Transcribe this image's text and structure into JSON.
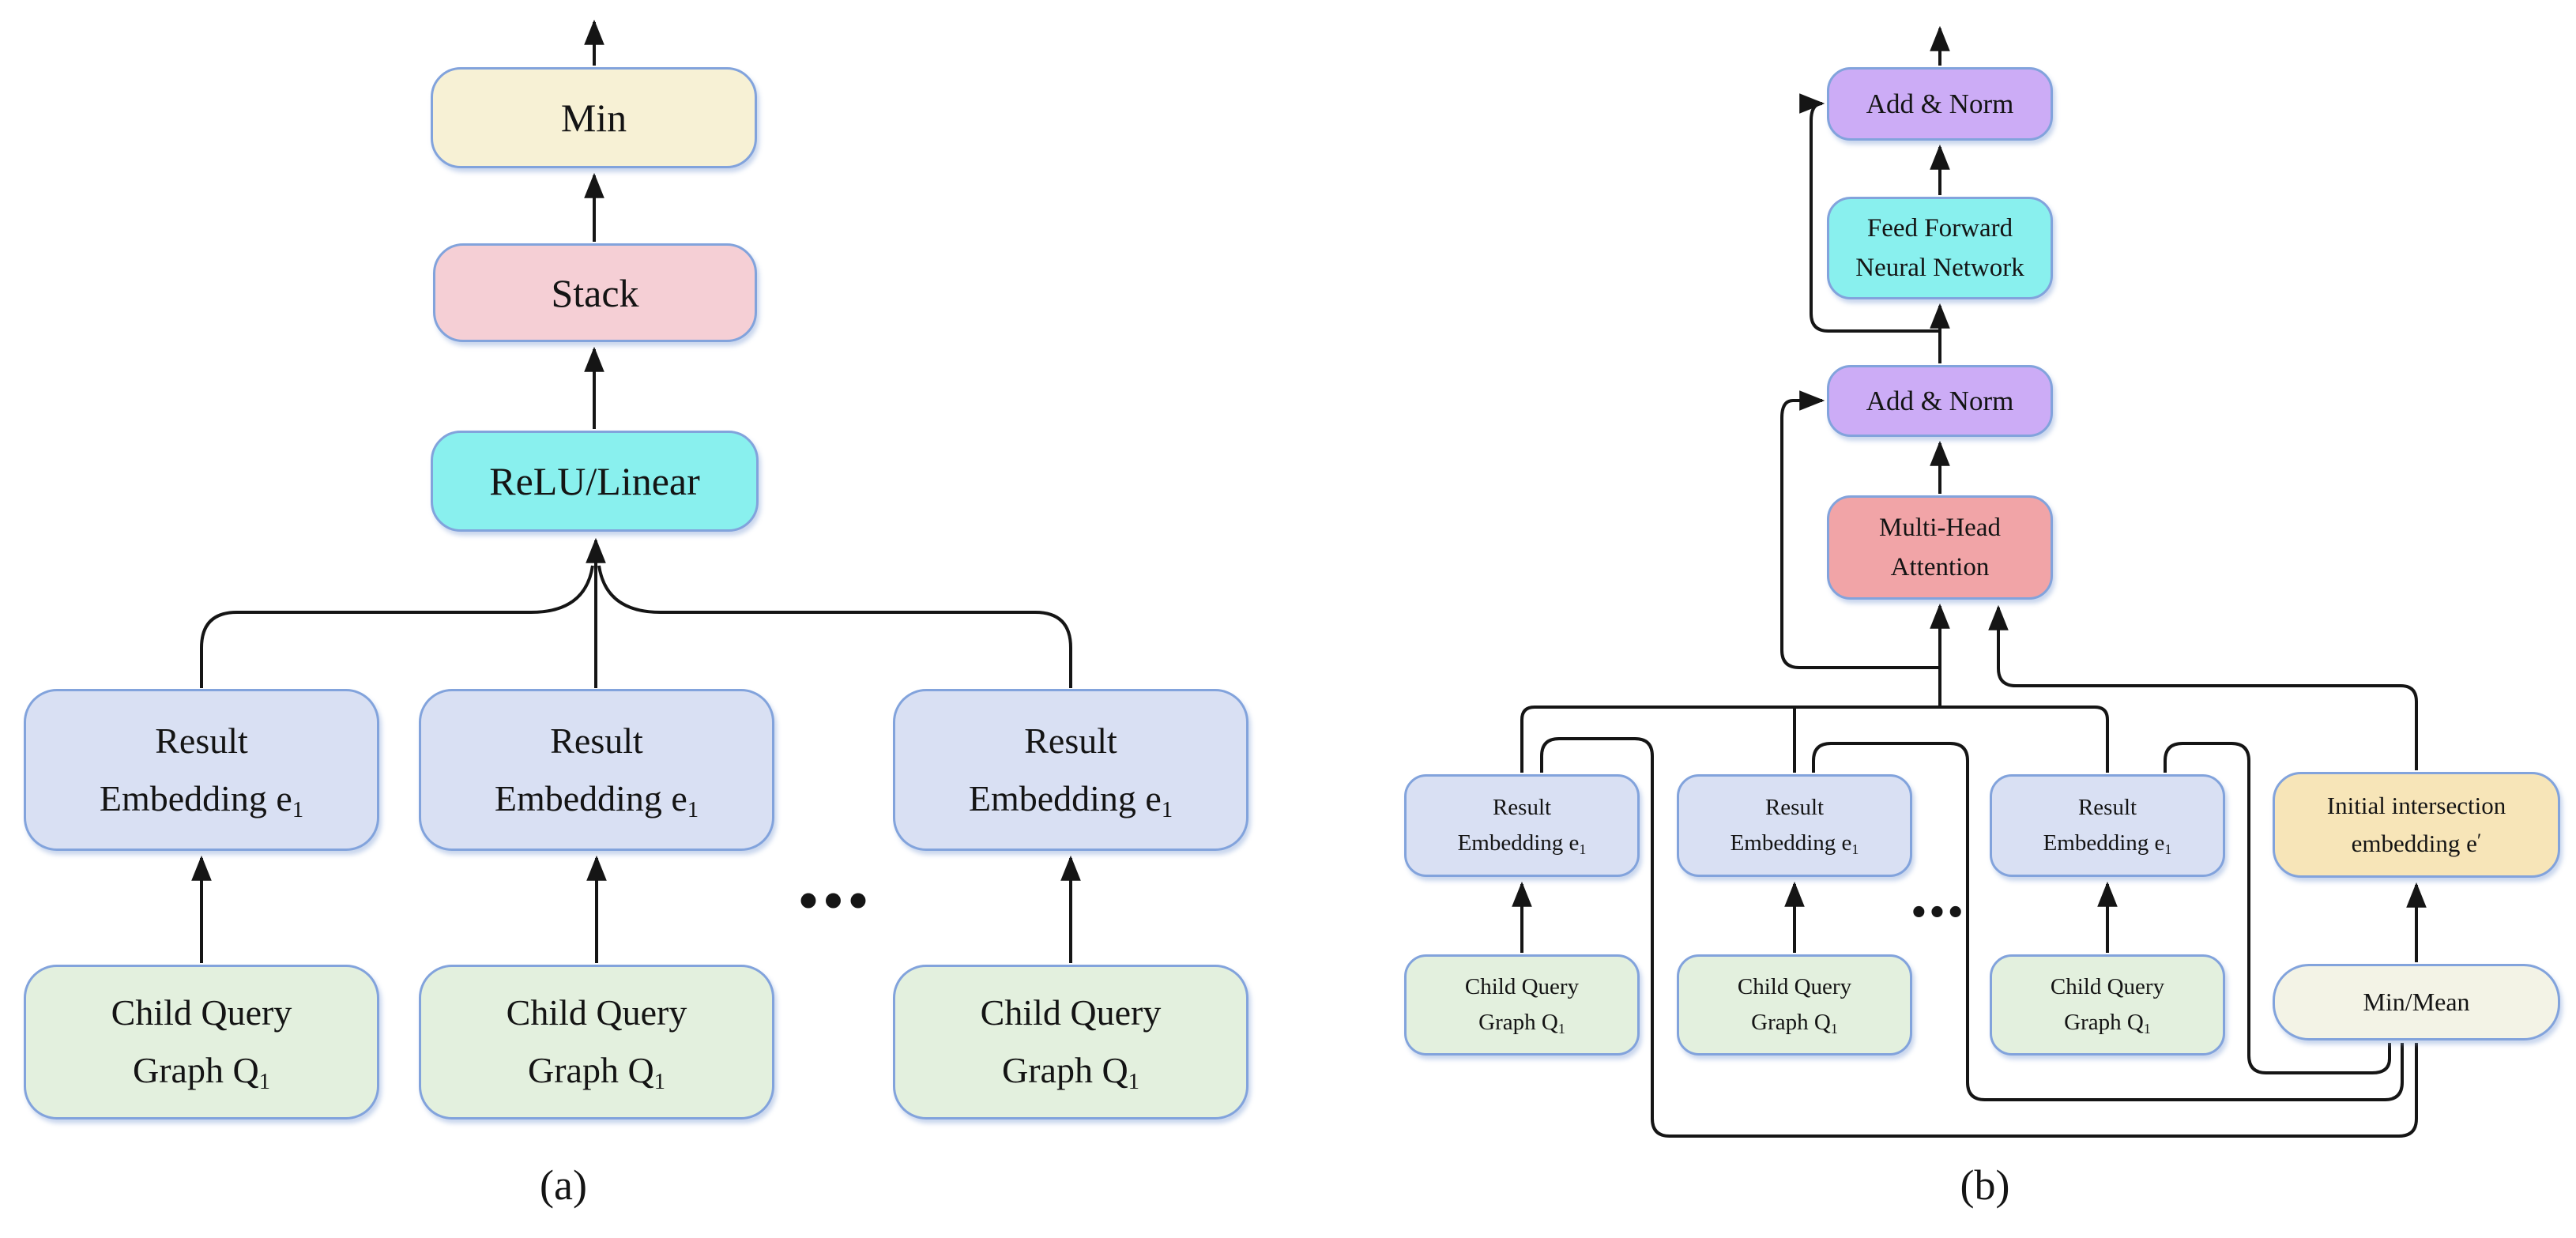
{
  "colors": {
    "border": "#82a3dc",
    "wire": "#151515",
    "text": "#141414",
    "min_fill": "#f7f1d5",
    "stack_fill": "#f5cfd5",
    "cyan_fill": "#89f0ee",
    "result_fill": "#d9e0f3",
    "child_fill": "#e3f0de",
    "addnorm_fill": "#ccacf6",
    "mha_fill": "#f1a4a7",
    "init_fill": "#f7e5b8",
    "minmean_fill": "#f3f3e6"
  },
  "shared": {
    "result": {
      "line1": "Result",
      "line2": "Embedding e",
      "sub": "1"
    },
    "child": {
      "line1": "Child Query",
      "line2": "Graph Q",
      "sub": "1"
    },
    "ellipsis": "•••"
  },
  "a": {
    "caption": "(a)",
    "min": "Min",
    "stack": "Stack",
    "relu": "ReLU/Linear"
  },
  "b": {
    "caption": "(b)",
    "add_norm_top": "Add & Norm",
    "add_norm": "Add & Norm",
    "ffnn1": "Feed Forward",
    "ffnn2": "Neural Network",
    "mha1": "Multi-Head",
    "mha2": "Attention",
    "init1": "Initial intersection",
    "init2": "embedding e",
    "init_prime": "′",
    "min_mean": "Min/Mean"
  }
}
